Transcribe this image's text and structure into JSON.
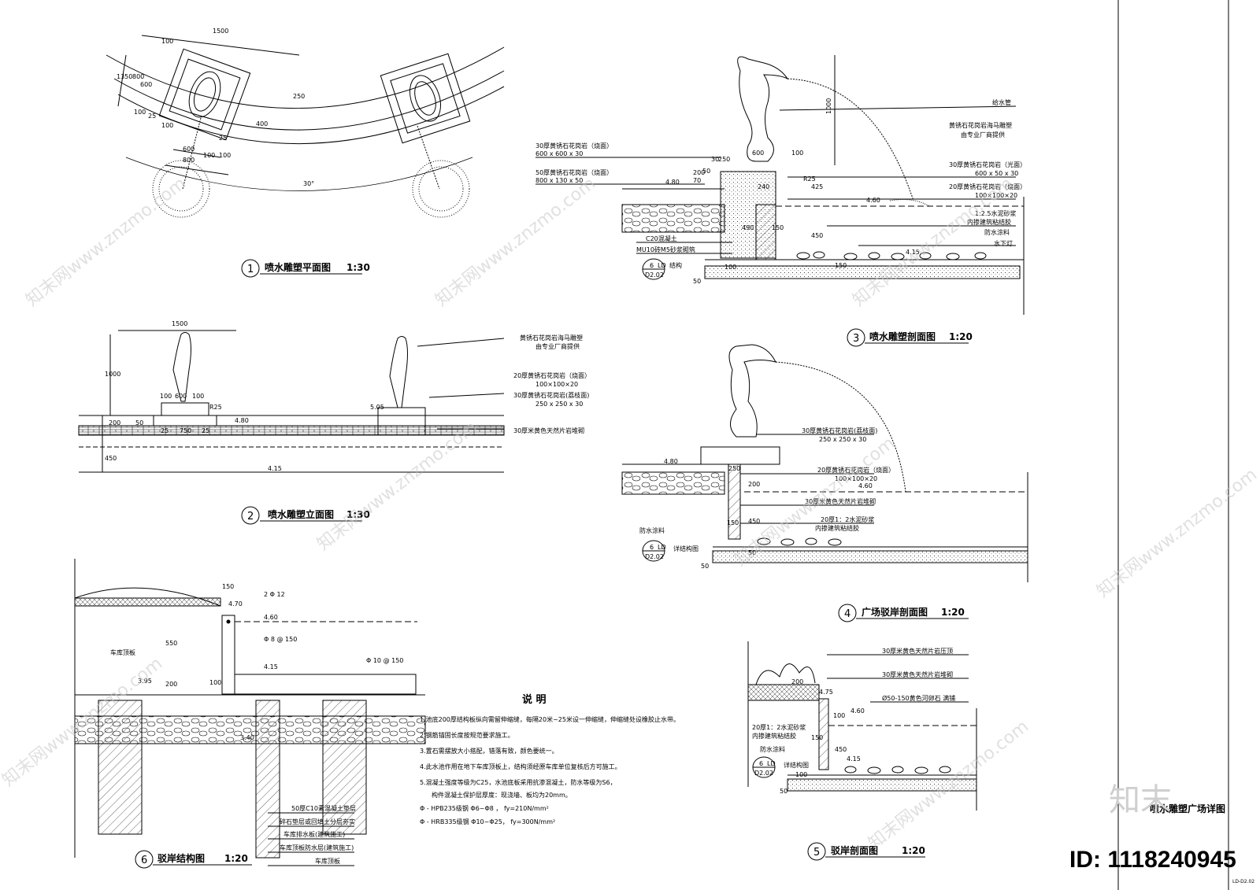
{
  "drawings": {
    "d1": {
      "num": "1",
      "title": "喷水雕塑平面图",
      "scale": "1:30",
      "dims": [
        "1500",
        "100",
        "1350",
        "800",
        "600",
        "100",
        "25",
        "250",
        "100",
        "400",
        "25",
        "100",
        "600",
        "800",
        "100",
        "30°"
      ]
    },
    "d2": {
      "num": "2",
      "title": "喷水雕塑立面图",
      "scale": "1:30",
      "dims": [
        "1500",
        "1000",
        "100",
        "600",
        "100",
        "R25",
        "200",
        "50",
        "25",
        "750",
        "25",
        "450",
        "4.80",
        "5.05",
        "4.15"
      ],
      "labels": [
        "黄锈石花岗岩海马雕塑",
        "由专业厂商提供",
        "20厚黄锈石花岗岩（烧面）",
        "100×100×20",
        "30厚黄锈石花岗岩(荔枝面)",
        "250 x 250 x 30",
        "30厚米黄色天然片岩堆砌"
      ]
    },
    "d3": {
      "num": "3",
      "title": "喷水雕塑剖面图",
      "scale": "1:20",
      "dims": [
        "1000",
        "600",
        "100",
        "R25",
        "30",
        "250",
        "50",
        "70",
        "200",
        "240",
        "490",
        "150",
        "425",
        "450",
        "100",
        "150",
        "50",
        "4.80",
        "4.60",
        "4.15"
      ],
      "labels_left": [
        "30厚黄锈石花岗岩（烧面）",
        "600 x 600 x 30",
        "50厚黄锈石花岗岩（烧面）",
        "800 x 130 x 50",
        "C20混凝土",
        "MU10砖M5砂浆砌筑"
      ],
      "labels_right": [
        "给水管",
        "黄锈石花岗岩海马雕塑",
        "由专业厂商提供",
        "30厚黄锈石花岗岩（光面）",
        "600 x 50 x 30",
        "20厚黄锈石花岗岩（烧面）",
        "100×100×20",
        "1:2.5水泥砂浆",
        "内掺建筑粘结胶",
        "防水涂料",
        "水下灯"
      ],
      "ref": {
        "a": "6",
        "b": "LD",
        "c": "D2.02",
        "text": "结构"
      }
    },
    "d4": {
      "num": "4",
      "title": "广场驳岸剖面图",
      "scale": "1:20",
      "dims": [
        "250",
        "200",
        "450",
        "150",
        "50",
        "50",
        "4.80",
        "4.60"
      ],
      "labels": [
        "30厚黄锈石花岗岩(荔枝面)",
        "250 x 250 x 30",
        "20厚黄锈石花岗岩（烧面）",
        "100×100×20",
        "30厚米黄色天然片岩堆砌",
        "20厚1：2水泥砂浆",
        "内掺建筑粘结胶",
        "防水涂料",
        "详结构图"
      ],
      "ref": {
        "a": "6",
        "b": "LD",
        "c": "D2.02"
      }
    },
    "d5": {
      "num": "5",
      "title": "驳岸剖面图",
      "scale": "1:20",
      "dims": [
        "200",
        "100",
        "450",
        "150",
        "100",
        "50",
        "4.75",
        "4.60",
        "4.15"
      ],
      "labels": [
        "30厚米黄色天然片岩压顶",
        "30厚米黄色天然片岩堆砌",
        "Ø50-150黄色河卵石 满铺",
        "20厚1：2水泥砂浆",
        "内掺建筑粘结胶",
        "防水涂料",
        "详结构图"
      ],
      "ref": {
        "a": "6",
        "b": "LD",
        "c": "D2.02"
      }
    },
    "d6": {
      "num": "6",
      "title": "驳岸结构图",
      "scale": "1:20",
      "dims": [
        "150",
        "550",
        "200",
        "100",
        "4.70",
        "4.60",
        "4.15",
        "3.95",
        "3.40"
      ],
      "labels": [
        "2 Φ 12",
        "Φ 8 @ 150",
        "Φ 10 @ 150",
        "车库顶板",
        "50厚C10素混凝土垫层",
        "碎石垫层或回填土分层夯实",
        "车库排水板(建筑施工)",
        "车库顶板防水层(建筑施工)",
        "车库顶板"
      ]
    }
  },
  "notes": {
    "heading": "说  明",
    "items": [
      "1.池底200厚结构板纵向需留伸缩缝，每隔20米~25米设一伸缩缝，伸缩缝处设橡胶止水带。",
      "2.钢筋锚固长度按规范要求施工。",
      "3.置石需摆放大小搭配，错落有致，颜色要统一。",
      "4.此水池作用在地下车库顶板上，结构须经原车库单位复核后方可施工。",
      "5.混凝土强度等级为C25，水池底板采用抗渗混凝土，防水等级为S6，",
      "构件混凝土保护层厚度：现浇墙、板均为20mm。",
      "Φ - HPB235级钢 Φ6~Φ8 ， fy=210N/mm²",
      "Φ - HRB335级钢 Φ10~Φ25， fy=300N/mm²"
    ]
  },
  "titleblock": {
    "sheet_title": "喷水雕塑广场详图",
    "sheet_no": "LD-D2.02"
  },
  "stamp": {
    "logo": "知末",
    "id_text": "ID: 1118240945"
  },
  "watermarks": [
    "知末网www.znzmo.com"
  ]
}
